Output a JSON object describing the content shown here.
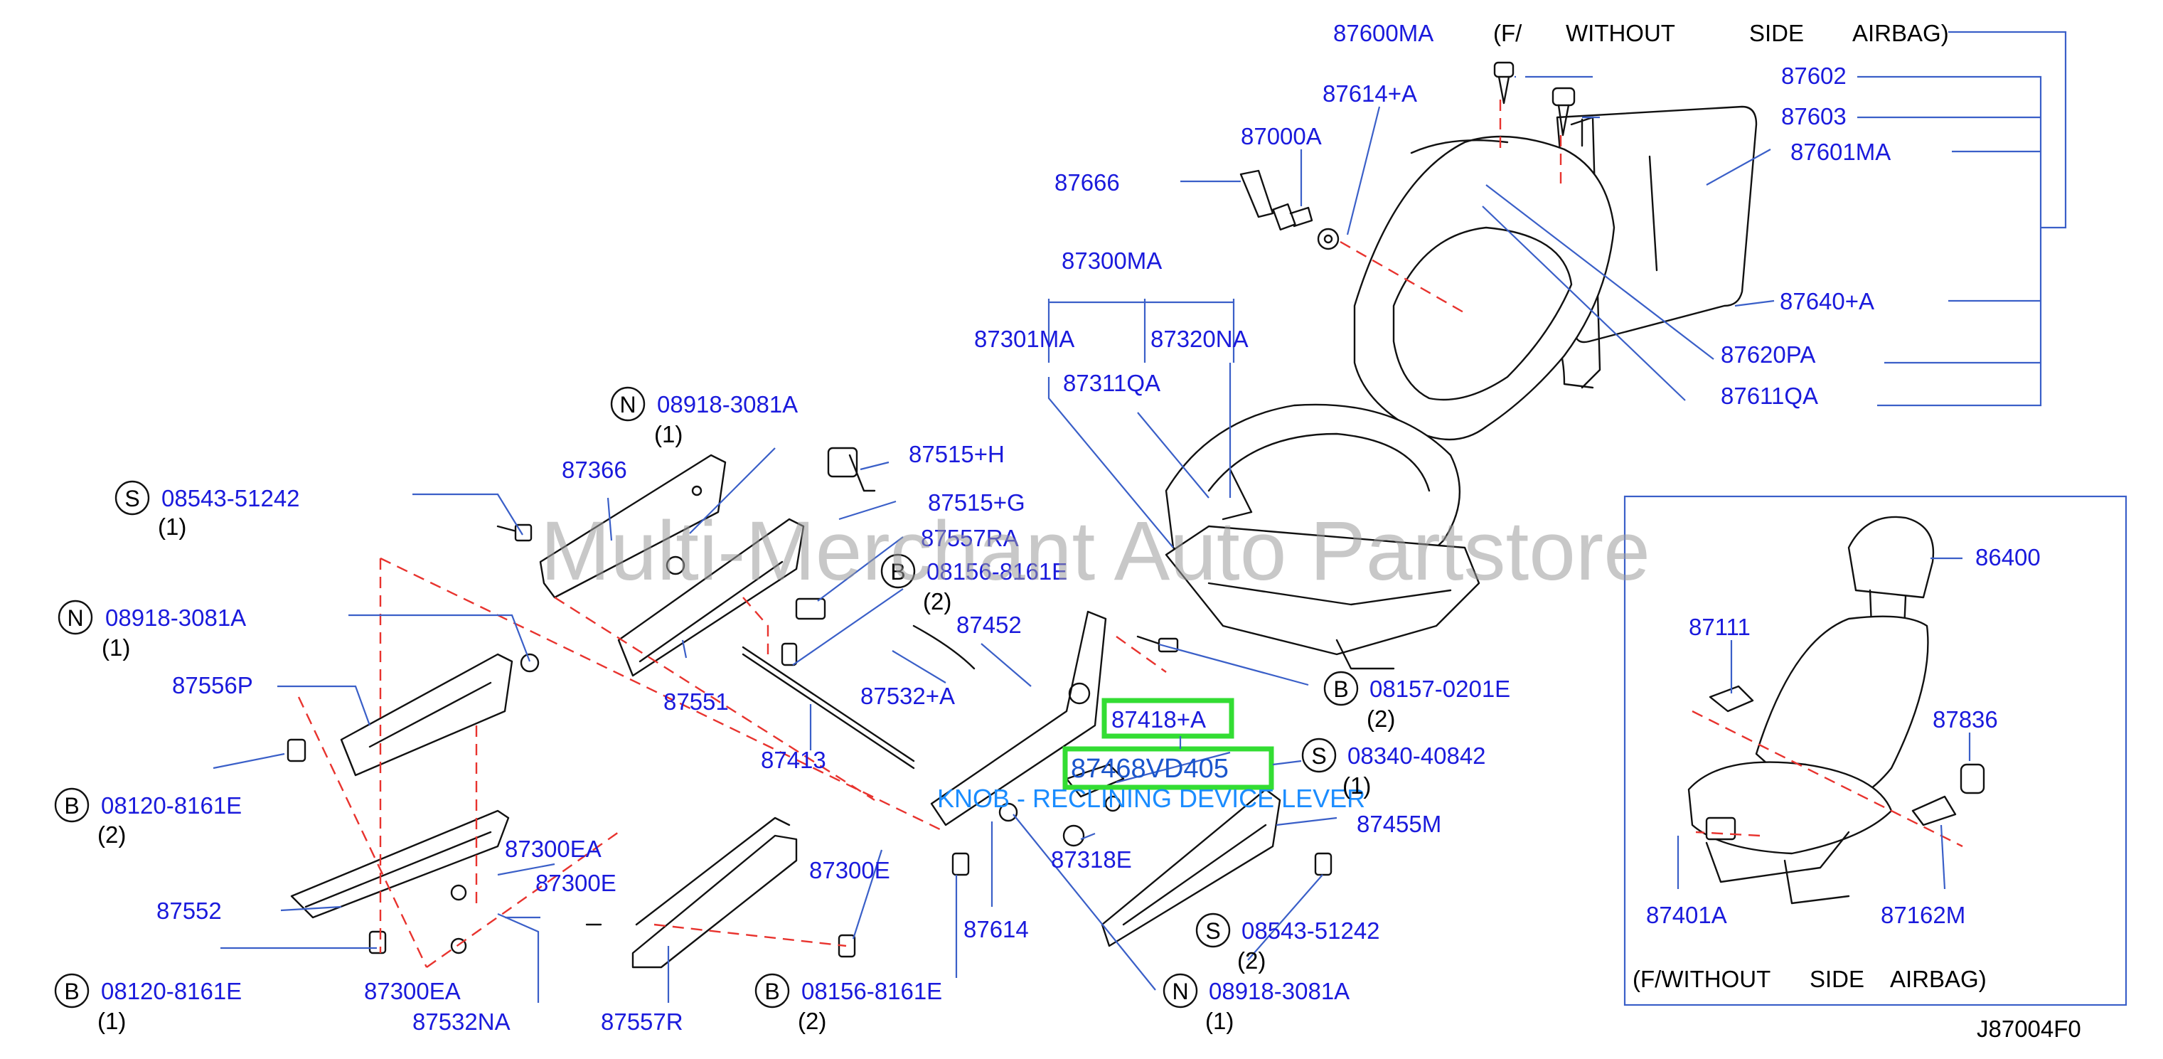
{
  "watermark": "Multi-Merchant Auto Partstore",
  "drawing_code": "J87004F0",
  "selected_note": "KNOB - RECLINING DEVICE LEVER",
  "colors": {
    "part_label": "#1a1adc",
    "leader": "#3a5fc8",
    "dash": "#e8332e",
    "highlight": "#33dd33"
  },
  "labels": {
    "p87600MA": "87600MA",
    "p87600MA_note": [
      "(F/",
      "WITHOUT",
      "SIDE",
      "AIRBAG)"
    ],
    "p87602": "87602",
    "p87603": "87603",
    "p87601MA": "87601MA",
    "p87614A": "87614+A",
    "p87000A": "87000A",
    "p87666": "87666",
    "p87640A": "87640+A",
    "p87620PA": "87620PA",
    "p87611QA": "87611QA",
    "p87300MA": "87300MA",
    "p87301MA": "87301MA",
    "p87320NA": "87320NA",
    "p87311QA": "87311QA",
    "pN1": "08918-3081A",
    "pN1_qty": "(1)",
    "p87366": "87366",
    "p87515H": "87515+H",
    "p87515G": "87515+G",
    "p87557RA": "87557RA",
    "pS1": "08543-51242",
    "pS1_qty": "(1)",
    "pB1": "08156-8161E",
    "pB1_qty": "(2)",
    "pN2": "08918-3081A",
    "pN2_qty": "(1)",
    "p87452": "87452",
    "p87556P": "87556P",
    "p87551": "87551",
    "p87532A": "87532+A",
    "pB2": "08157-0201E",
    "pB2_qty": "(2)",
    "p87418A": "87418+A",
    "p87468": "87468VD405",
    "pS2": "08340-40842",
    "pS2_qty": "(1)",
    "p87413": "87413",
    "pB3": "08120-8161E",
    "pB3_qty": "(2)",
    "p87300EA_1": "87300EA",
    "p87300E_1": "87300E",
    "p87300E_2": "87300E",
    "p87455M": "87455M",
    "p87318E": "87318E",
    "p87552": "87552",
    "p87614": "87614",
    "pS3": "08543-51242",
    "pS3_qty": "(2)",
    "pB4": "08120-8161E",
    "pB4_qty": "(1)",
    "p87300EA_2": "87300EA",
    "p87532NA": "87532NA",
    "p87557R": "87557R",
    "pB5": "08156-8161E",
    "pB5_qty": "(2)",
    "pN3": "08918-3081A",
    "pN3_qty": "(1)"
  },
  "inset": {
    "p86400": "86400",
    "p87111": "87111",
    "p87836": "87836",
    "p87401A": "87401A",
    "p87162M": "87162M",
    "note": [
      "(F/WITHOUT",
      "SIDE",
      "AIRBAG)"
    ]
  },
  "prefix": {
    "N": "N",
    "S": "S",
    "B": "B"
  }
}
